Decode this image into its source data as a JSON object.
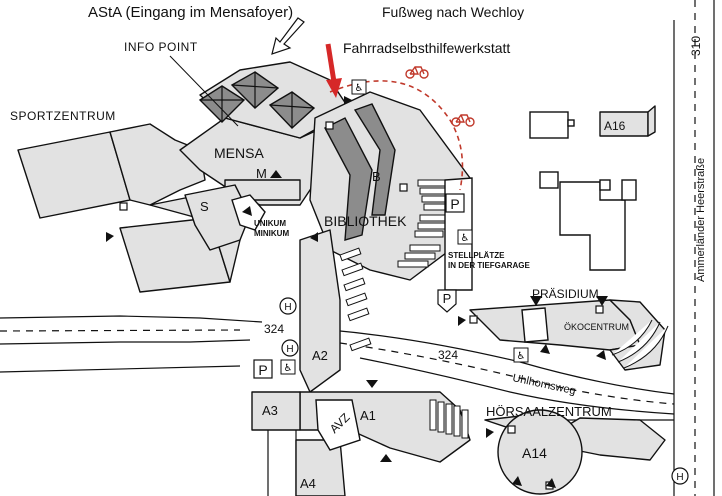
{
  "labels": {
    "asta": "AStA (Eingang im Mensafoyer)",
    "fussweg": "Fußweg nach Wechloy",
    "fahrrad": "Fahrradselbsthilfewerkstatt",
    "info_point": "INFO  POINT",
    "sportzentrum": "SPORTZENTRUM",
    "mensa": "MENSA",
    "m": "M",
    "s": "S",
    "b": "B",
    "bibliothek": "BIBLIOTHEK",
    "unikum": "UNIKUM",
    "minikum": "MINIKUM",
    "stellplaetze_1": "STELLPLÄTZE",
    "stellplaetze_2": "IN DER TIEFGARAGE",
    "praesidium": "PRÄSIDIUM",
    "oekocentrum": "ÖKOCENTRUM",
    "hoersaalzentrum": "HÖRSAALZENTRUM",
    "a16": "A16",
    "a14": "A14",
    "a1": "A1",
    "a2": "A2",
    "a3": "A3",
    "a4": "A4",
    "avz": "AVZ",
    "road_324_west": "324",
    "road_324_east": "324",
    "road_310": "310",
    "uhlhornsweg": "Uhlhornsweg",
    "ammerlaender": "Ammerländer  Heerstraße",
    "parking_p": "P",
    "bus_h": "H"
  },
  "colors": {
    "accent_arrow": "#d62828",
    "bike_route": "#c0392b",
    "building_fill": "#e2e2e2",
    "roof_dark": "#8c8c8c"
  },
  "icons": [
    "wheelchair-icon",
    "bicycle-icon",
    "parking-icon",
    "bus-stop-icon",
    "entrance-icon"
  ]
}
